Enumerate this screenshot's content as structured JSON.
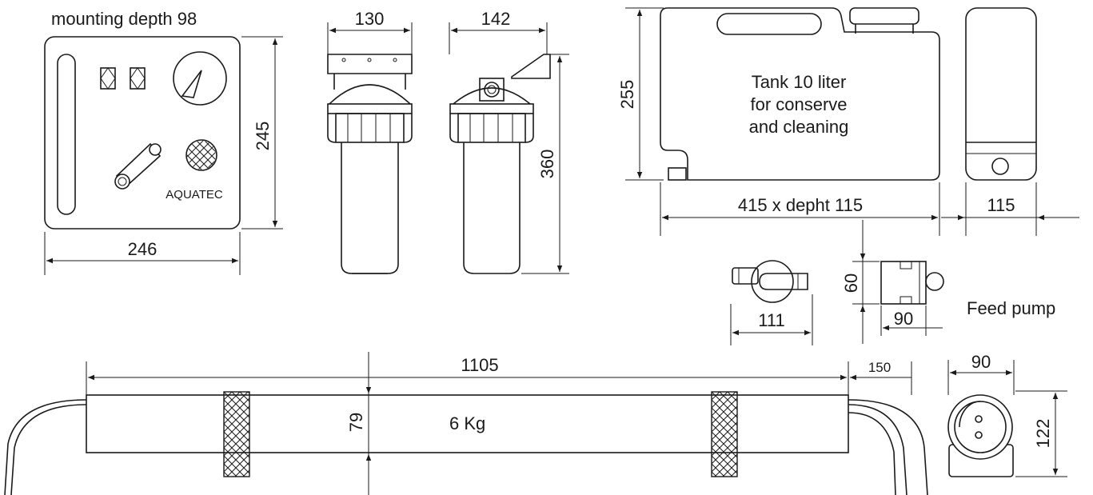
{
  "labels": {
    "mounting_depth": "mounting depth 98",
    "brand": "AQUATEC",
    "tank_line1": "Tank 10 liter",
    "tank_line2": "for conserve",
    "tank_line3": "and cleaning",
    "feed_pump": "Feed pump",
    "weight": "6 Kg"
  },
  "dimensions": {
    "panel_height": "245",
    "panel_width": "246",
    "filter_front_width": "130",
    "filter_side_width": "142",
    "filter_height": "360",
    "tank_height": "255",
    "tank_width": "415 x depht 115",
    "tank_side_width": "115",
    "pump_height": "60",
    "pump_front_width": "111",
    "pump_side_width": "90",
    "membrane_length": "1105",
    "membrane_diameter": "79",
    "membrane_end": "150",
    "membrane_side_width": "90",
    "membrane_side_height": "122"
  }
}
